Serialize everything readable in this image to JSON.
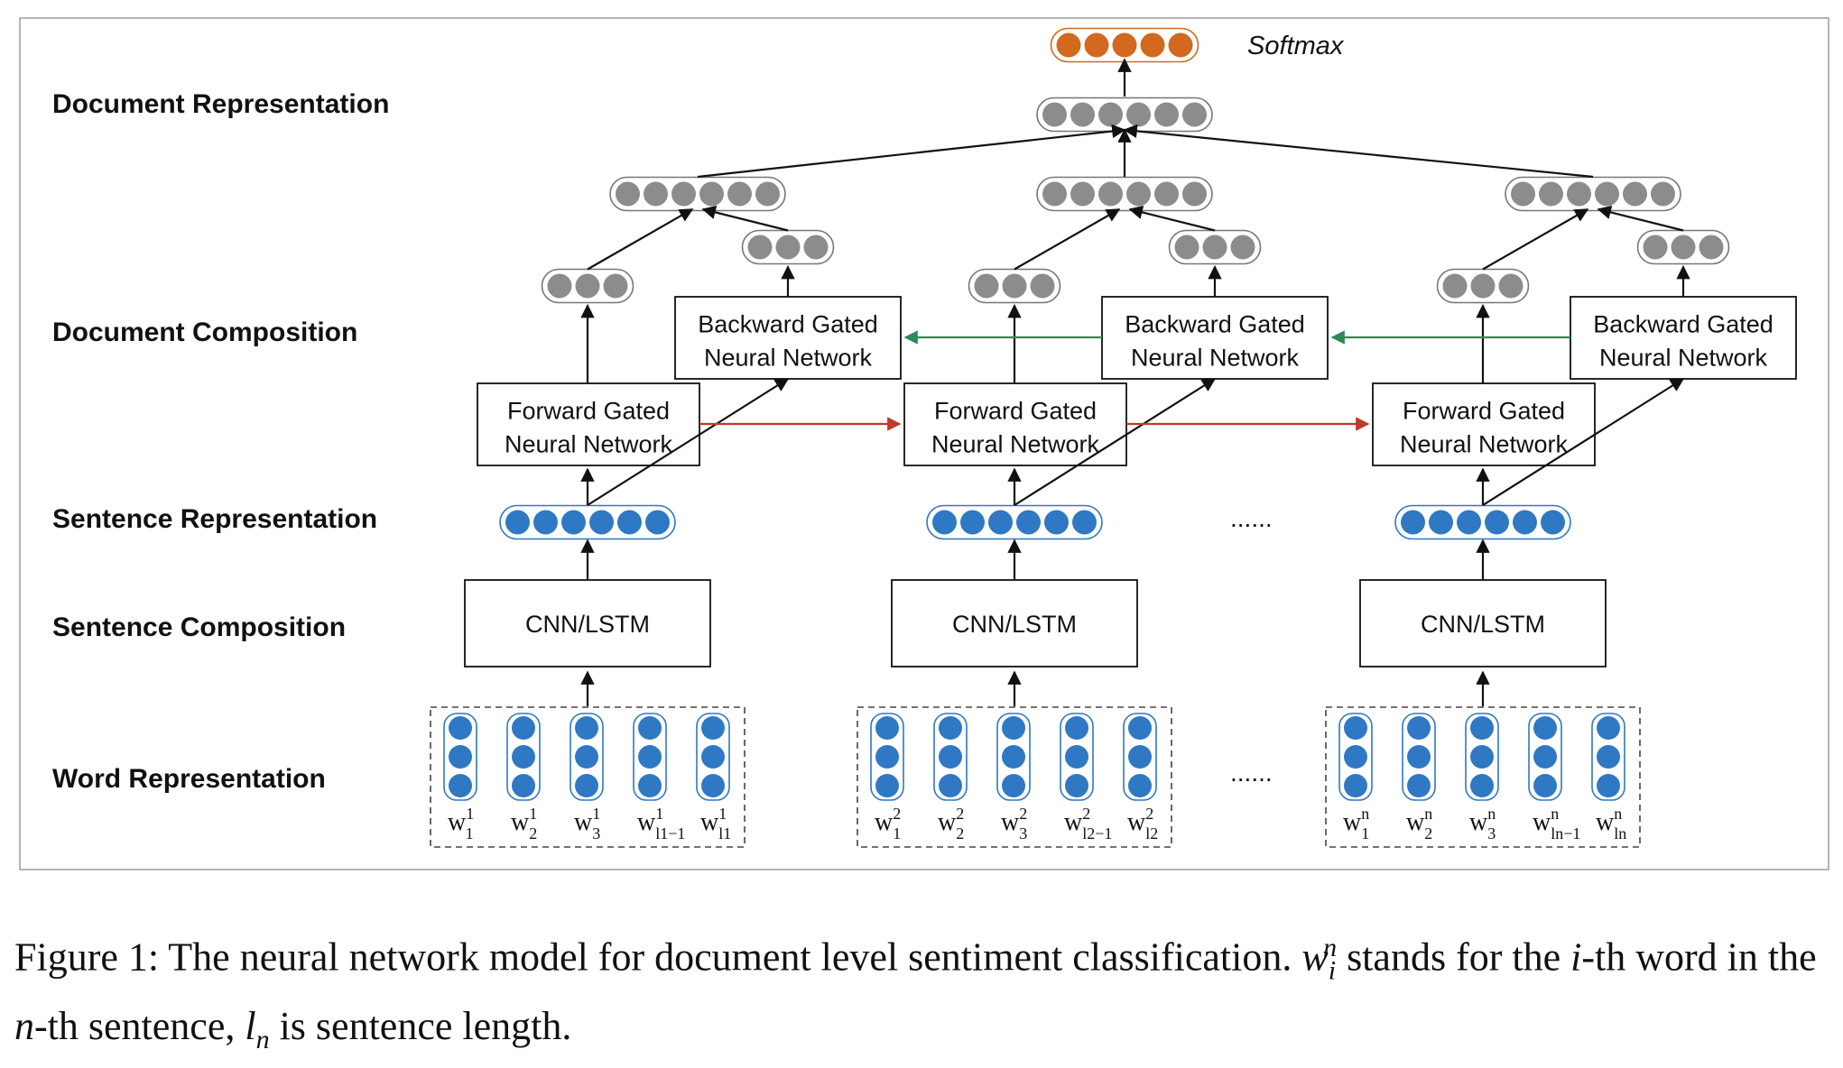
{
  "labels": {
    "document_representation": "Document Representation",
    "document_composition": "Document Composition",
    "sentence_representation": "Sentence Representation",
    "sentence_composition": "Sentence Composition",
    "word_representation": "Word Representation"
  },
  "softmax_label": "Softmax",
  "ellipsis": "......",
  "boxes": {
    "backward_line1": "Backward Gated",
    "backward_line2": "Neural Network",
    "forward_line1": "Forward Gated",
    "forward_line2": "Neural Network",
    "sentence_comp": "CNN/LSTM"
  },
  "word_groups": [
    {
      "sup": "1",
      "subs": [
        "1",
        "2",
        "3",
        "l1−1",
        "l1"
      ]
    },
    {
      "sup": "2",
      "subs": [
        "1",
        "2",
        "3",
        "l2−1",
        "l2"
      ]
    },
    {
      "sup": "n",
      "subs": [
        "1",
        "2",
        "3",
        "ln−1",
        "ln"
      ]
    }
  ],
  "word_symbol": "w",
  "colors": {
    "blue_node": "#2f78c4",
    "gray_node": "#8c8c8c",
    "orange_node": "#d2691e",
    "forward_arrow": "#c0392b",
    "backward_arrow": "#2e8b57"
  },
  "caption": {
    "part1": "Figure 1: The neural network model for document level sentiment classification. ",
    "var_w": "w",
    "var_i": "i",
    "var_n": "n",
    "part2": " stands for the ",
    "part3": "-th word in the ",
    "part4": "-th sentence, ",
    "var_l": "l",
    "part5": " is sentence length."
  }
}
